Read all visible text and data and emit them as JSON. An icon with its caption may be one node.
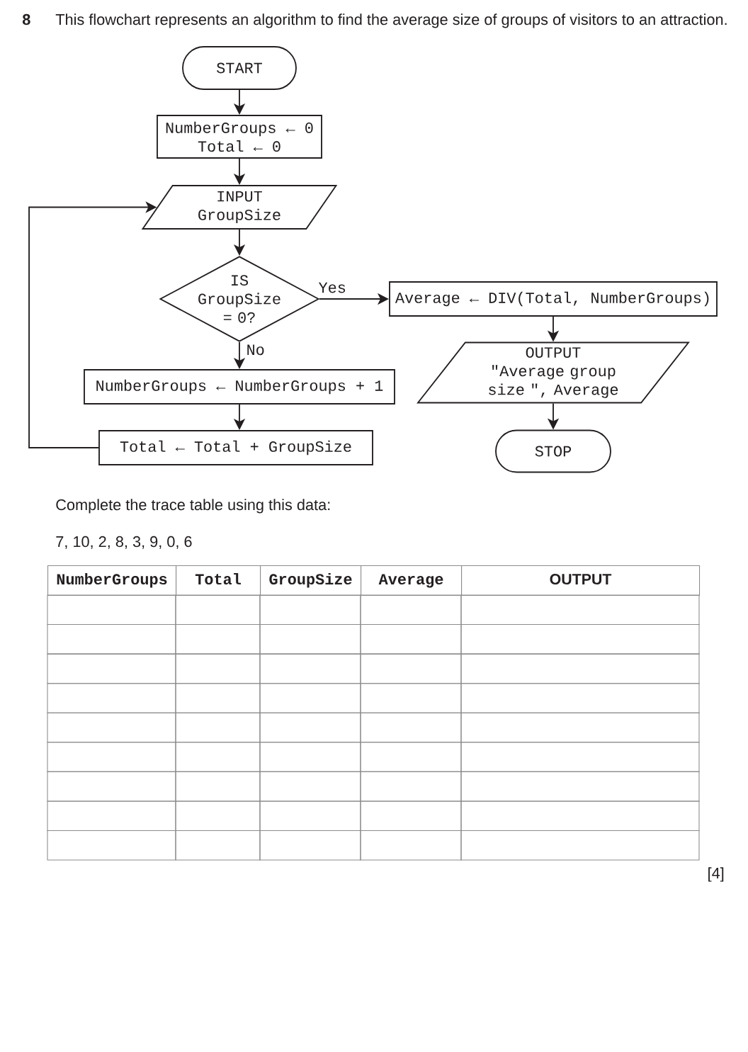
{
  "diagram": {
    "title": "This flowchart represents an algorithm to find the average size of groups of visitors to an attraction.",
    "nodes": [
      {
        "text": [
          "START"
        ]
      },
      {
        "text": [
          "NumberGroups ← 0",
          "Total ← 0"
        ]
      },
      {
        "text": [
          "INPUT",
          "GroupSize"
        ]
      },
      {
        "text": [
          "IS GroupSize = 0?"
        ]
      },
      {
        "text": [
          "Average ← DIV(Total, NumberGroups)"
        ]
      },
      {
        "text": [
          "OUTPUT",
          "\"Average group size \", Average"
        ]
      },
      {
        "text": [
          "STOP"
        ]
      },
      {
        "text": [
          "NumberGroups ← NumberGroups + 1"
        ]
      },
      {
        "text": [
          "Total ← Total + GroupSize"
        ]
      }
    ],
    "edges": [
      {
        "from": 0,
        "to": 1,
        "arrow": "to"
      },
      {
        "from": 1,
        "to": 2,
        "arrow": "to"
      },
      {
        "from": 2,
        "to": 3,
        "arrow": "to"
      },
      {
        "from": 3,
        "to": 4,
        "arrow": "to",
        "label": "Yes"
      },
      {
        "from": 3,
        "to": 7,
        "arrow": "to",
        "label": "No"
      },
      {
        "from": 4,
        "to": 5,
        "arrow": "to"
      },
      {
        "from": 5,
        "to": 6,
        "arrow": "to"
      },
      {
        "from": 7,
        "to": 8,
        "arrow": "to"
      },
      {
        "from": 8,
        "to": 2,
        "arrow": "to"
      }
    ],
    "labels": [
      "8",
      "Complete the trace table using this data:",
      "7, 10, 2, 8, 3, 9, 0, 6",
      "NumberGroups",
      "Total",
      "GroupSize",
      "Average",
      "OUTPUT",
      "[4]"
    ]
  }
}
